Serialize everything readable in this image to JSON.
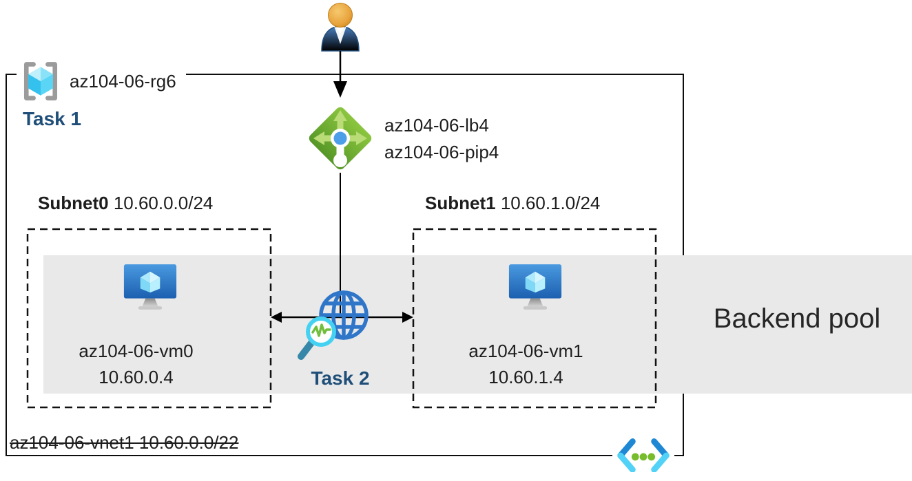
{
  "resource_group": {
    "name": "az104-06-rg6",
    "task_label": "Task 1"
  },
  "user": {
    "icon": "user-person-icon"
  },
  "load_balancer": {
    "name": "az104-06-lb4",
    "public_ip": "az104-06-pip4",
    "task_label": "Task 2",
    "icon": "load-balancer-icon",
    "probe_icons": [
      "globe-icon",
      "probe-magnifier-icon"
    ]
  },
  "subnets": [
    {
      "name": "Subnet0",
      "cidr": "10.60.0.0/24",
      "vm_name": "az104-06-vm0",
      "vm_ip": "10.60.0.4",
      "vm_icon": "virtual-machine-icon"
    },
    {
      "name": "Subnet1",
      "cidr": "10.60.1.0/24",
      "vm_name": "az104-06-vm1",
      "vm_ip": "10.60.1.4",
      "vm_icon": "virtual-machine-icon"
    }
  ],
  "backend_pool_label": "Backend pool",
  "vnet_label": "az104-06-vnet1 10.60.0.0/22",
  "vnet_icon": "virtual-network-icon",
  "resource_group_icon": "resource-group-icon",
  "colors": {
    "task_text": "#1f4e79",
    "band_gray": "#e9e9e9",
    "lb_green": "#76b82a",
    "azure_blue": "#2f76c9",
    "cube_cyan": "#50d8f4",
    "dots_green": "#76bc2d",
    "head_orange": "#e8a33d",
    "body_blue": "#33629c",
    "vm_blue": "#2f7fd0",
    "line_black": "#000000"
  }
}
